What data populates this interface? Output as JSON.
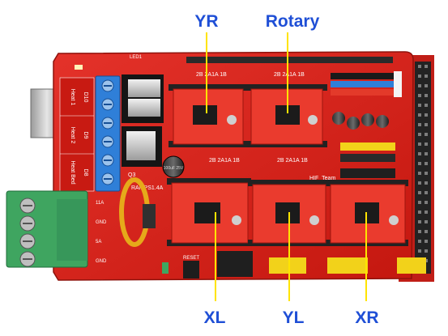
{
  "callouts": {
    "top": [
      "YR",
      "Rotary"
    ],
    "bottom": [
      "XL",
      "YL",
      "XR"
    ]
  },
  "board": {
    "brand": "RAMPS1.4A",
    "team_label": "HIF_Team",
    "terminal_labels": [
      "D10",
      "D9",
      "D8"
    ],
    "terminal_functions": [
      "Heat 1",
      "Heat 2",
      "Heat Bed"
    ],
    "driver_pin_label": "2B 2A1A 1B",
    "capacitor_label": "100uF 25V",
    "power_labels": [
      "11A",
      "5A"
    ],
    "reset_label": "RESET",
    "gnd_label": "GND",
    "led_label": "LED1",
    "transistor_label": "Q3"
  },
  "colors": {
    "board_red": "#d9241c",
    "callout_blue": "#1f4fd6",
    "callout_line": "#ffe400",
    "driver_red": "#ea3b2e",
    "terminal_blue": "#2f7fd8",
    "terminal_green": "#3fa560",
    "header_yellow": "#f2d21a",
    "header_black": "#1a1a1a"
  }
}
